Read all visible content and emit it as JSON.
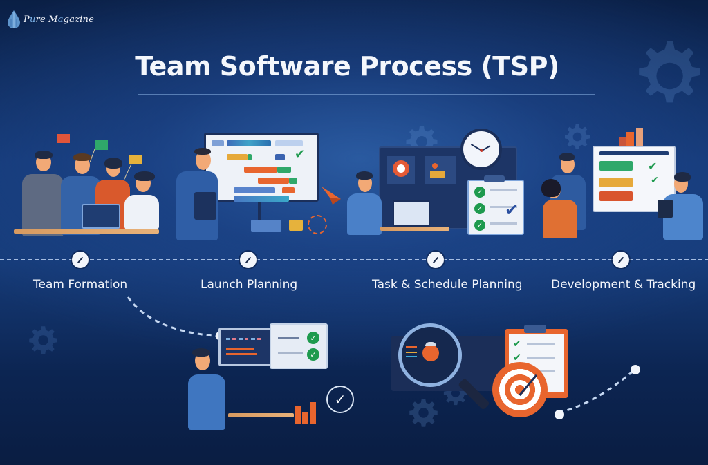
{
  "brand": {
    "logo_text_parts": [
      "P",
      "u",
      "re M",
      "a",
      "gazine"
    ],
    "logo_icon": "water-drop-icon",
    "accent_color": "#7db4ea"
  },
  "header": {
    "title": "Team Software Process (TSP)"
  },
  "timeline": {
    "steps": [
      {
        "label": "Team Formation",
        "icon": "pencil-icon"
      },
      {
        "label": "Launch Planning",
        "icon": "pencil-icon"
      },
      {
        "label": "Task & Schedule Planning",
        "icon": "pencil-icon"
      },
      {
        "label": "Development & Tracking",
        "icon": "pencil-icon"
      }
    ]
  },
  "illustrations": {
    "team_formation": {
      "flags": [
        "#e0553a",
        "#2fa86a",
        "#e6b23c"
      ],
      "description": "team-with-flags"
    },
    "launch_planning": {
      "description": "presenter-with-gantt-board"
    },
    "task_schedule": {
      "description": "worker-with-clock-and-checklist"
    },
    "development_tracking": {
      "description": "team-reviewing-status-board"
    },
    "quality_review": {
      "description": "developer-at-monitors-with-checks"
    },
    "testing": {
      "description": "bug-magnifier-target-clipboard"
    }
  },
  "colors": {
    "background_dark": "#0a1f45",
    "background_mid": "#163c7a",
    "green": "#1e9a4e",
    "orange": "#e8652e",
    "yellow": "#e6a93a",
    "text": "#f2f5fb"
  }
}
